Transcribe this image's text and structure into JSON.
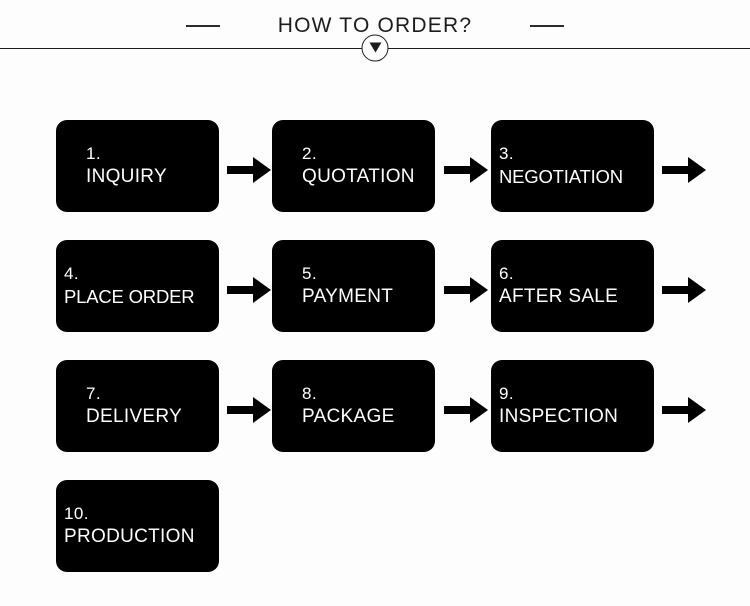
{
  "header": {
    "title": "HOW TO ORDER?",
    "left_dash": "",
    "right_dash": "",
    "badge_icon": "chevron-down-icon"
  },
  "flow": {
    "rows": [
      {
        "steps": [
          {
            "number": "1.",
            "label": "INQUIRY",
            "arrow_after": true
          },
          {
            "number": "2.",
            "label": "QUOTATION",
            "arrow_after": true
          },
          {
            "number": "3.",
            "label": "NEGOTIATION",
            "arrow_after": true
          }
        ]
      },
      {
        "steps": [
          {
            "number": "4.",
            "label": "PLACE ORDER",
            "arrow_after": true
          },
          {
            "number": "5.",
            "label": "PAYMENT",
            "arrow_after": true
          },
          {
            "number": "6.",
            "label": "AFTER SALE",
            "arrow_after": true
          }
        ]
      },
      {
        "steps": [
          {
            "number": "7.",
            "label": "DELIVERY",
            "arrow_after": true
          },
          {
            "number": "8.",
            "label": "PACKAGE",
            "arrow_after": true
          },
          {
            "number": "9.",
            "label": "INSPECTION",
            "arrow_after": true
          }
        ]
      },
      {
        "steps": [
          {
            "number": "10.",
            "label": "PRODUCTION",
            "arrow_after": false
          }
        ]
      }
    ]
  },
  "colors": {
    "box_fill": "#000000",
    "box_text": "#ffffff",
    "background": "#fdfdfd",
    "rule": "#1c1c1c"
  }
}
